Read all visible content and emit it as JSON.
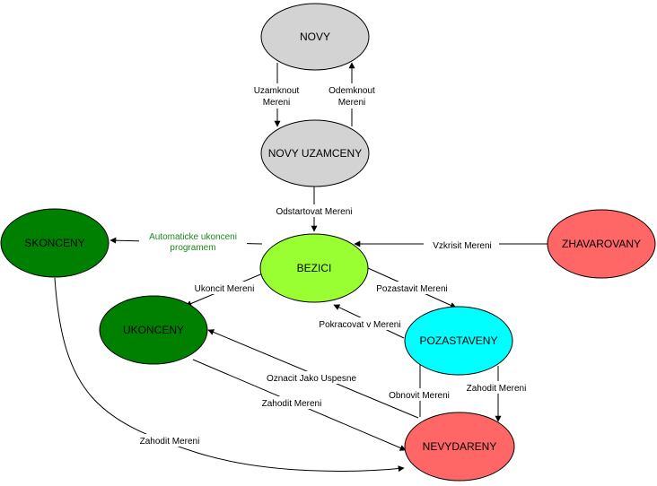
{
  "states": {
    "novy": {
      "label": "NOVY",
      "color": "#d3d3d3"
    },
    "novy_uzamceny": {
      "label": "NOVY UZAMCENY",
      "color": "#d3d3d3"
    },
    "bezici": {
      "label": "BEZICI",
      "color": "#99ff33"
    },
    "skonceny": {
      "label": "SKONCENY",
      "color": "#008000"
    },
    "ukonceny": {
      "label": "UKONCENY",
      "color": "#008000"
    },
    "zhavarovany": {
      "label": "ZHAVAROVANY",
      "color": "#ff6666"
    },
    "pozastaveny": {
      "label": "POZASTAVENY",
      "color": "#00ffff"
    },
    "nevydareny": {
      "label": "NEVYDARENY",
      "color": "#ff6666"
    }
  },
  "transitions": {
    "uzamknout": {
      "line1": "Uzamknout",
      "line2": "Mereni"
    },
    "odemknout": {
      "line1": "Odemknout",
      "line2": "Mereni"
    },
    "odstartovat": "Odstartovat Mereni",
    "automaticke": {
      "line1": "Automaticke ukonceni",
      "line2": "programem",
      "color": "#1a8a1a"
    },
    "vzkrisit": "Vzkrisit Mereni",
    "ukoncit": "Ukoncit Mereni",
    "pozastavit": "Pozastavit Mereni",
    "pokracovat": "Pokracovat v Mereni",
    "oznacit": "Oznacit Jako Uspesne",
    "zahodit_ukonceny": "Zahodit Mereni",
    "obnovit": "Obnovit Mereni",
    "zahodit_pozastaveny": "Zahodit Mereni",
    "zahodit_skonceny": "Zahodit Mereni"
  }
}
